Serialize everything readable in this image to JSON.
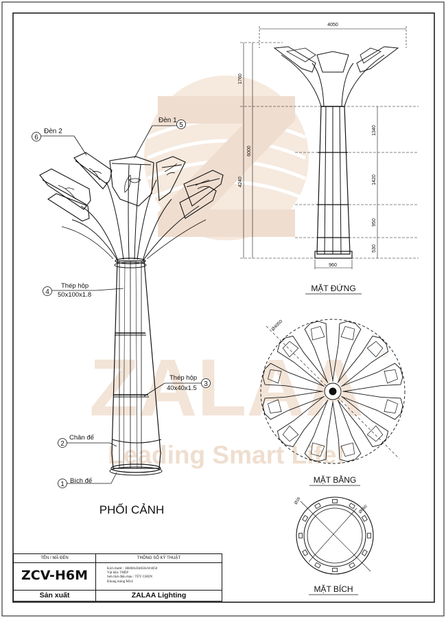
{
  "watermark": {
    "brand": "ZALAA",
    "slogan": "Leading Smart Life!",
    "registered": "®",
    "color": "#e8cdb6"
  },
  "labels": {
    "perspective": "PHỐI CẢNH",
    "elevation": "MẶT ĐỨNG",
    "plan": "MẶT BẰNG",
    "flange": "MẶT BÍCH"
  },
  "callouts": [
    {
      "number": "1",
      "text": "Bích đế"
    },
    {
      "number": "2",
      "text": "Chân đế"
    },
    {
      "number": "3",
      "text": "Thép hộp",
      "text2": "40x40x1.5"
    },
    {
      "number": "4",
      "text": "Thép hộp",
      "text2": "50x100x1.8"
    },
    {
      "number": "5",
      "text": "Đèn 1"
    },
    {
      "number": "6",
      "text": "Đèn 2"
    }
  ],
  "dimensions": {
    "width_top": "4050",
    "total_height": "6000",
    "head_height": "1760",
    "shaft_height": "4240",
    "seg1": "1340",
    "seg2": "1420",
    "seg3": "950",
    "seg4": "530",
    "base_width": "960",
    "plan_diameter": "Ø4050",
    "flange_d1": "Ø16",
    "flange_d2": "Ø960"
  },
  "title_block": {
    "name_header": "TÊN / MÃ ĐÈN",
    "spec_header": "THÔNG SỐ KỸ THUẬT",
    "code": "ZCV-H6M",
    "spec_lines": [
      "Kích thước : H6000xD4050xW4050",
      "Vật liệu: THÉP",
      "Sơn tĩnh điện màu : TÙY CHỌN",
      "Khung móng M24:"
    ],
    "made_by_label": "Sản xuất",
    "manufacturer": "ZALAA Lighting"
  }
}
